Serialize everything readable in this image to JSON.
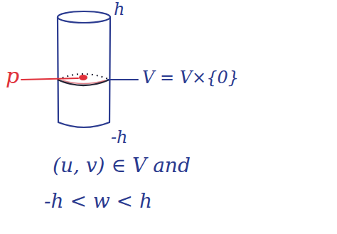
{
  "diagram": {
    "labels": [
      "h",
      "p",
      "V = V×{0}",
      "-h",
      "(u, v) ∈ V and",
      "-h < w < h"
    ]
  }
}
